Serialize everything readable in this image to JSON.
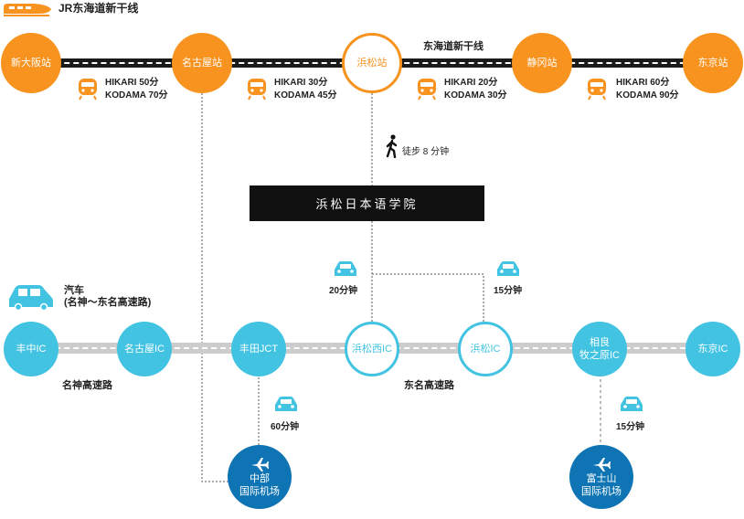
{
  "header": {
    "title": "JR东海道新干线",
    "icon": "shinkansen-icon"
  },
  "rail": {
    "line_label": "东海道新干线",
    "stations": [
      "新大阪站",
      "名古屋站",
      "浜松站",
      "静冈站",
      "东京站"
    ],
    "segments": [
      {
        "hikari": "HIKARI 50分",
        "kodama": "KODAMA 70分"
      },
      {
        "hikari": "HIKARI 30分",
        "kodama": "KODAMA 45分"
      },
      {
        "hikari": "HIKARI 20分",
        "kodama": "KODAMA 30分"
      },
      {
        "hikari": "HIKARI 60分",
        "kodama": "KODAMA 90分"
      }
    ],
    "accent_color": "#f7931e"
  },
  "walk": {
    "label": "徒步 8 分钟"
  },
  "school": {
    "name": "浜松日本语学院"
  },
  "car": {
    "title_line1": "汽车",
    "title_line2": "(名神～东名高速路)",
    "to_hamamatsu_nishi": "20分钟",
    "to_hamamatsu": "15分钟",
    "to_chubu": "60分钟",
    "to_fuji": "15分钟"
  },
  "road": {
    "interchanges": [
      "丰中IC",
      "名古屋IC",
      "丰田JCT",
      "浜松西IC",
      "浜松IC",
      "相良\n牧之原IC",
      "东京IC"
    ],
    "meishin_label": "名神高速路",
    "tomei_label": "东名高速路",
    "accent_color": "#42c3e2"
  },
  "airports": [
    {
      "line1": "中部",
      "line2": "国际机场"
    },
    {
      "line1": "富士山",
      "line2": "国际机场"
    }
  ]
}
